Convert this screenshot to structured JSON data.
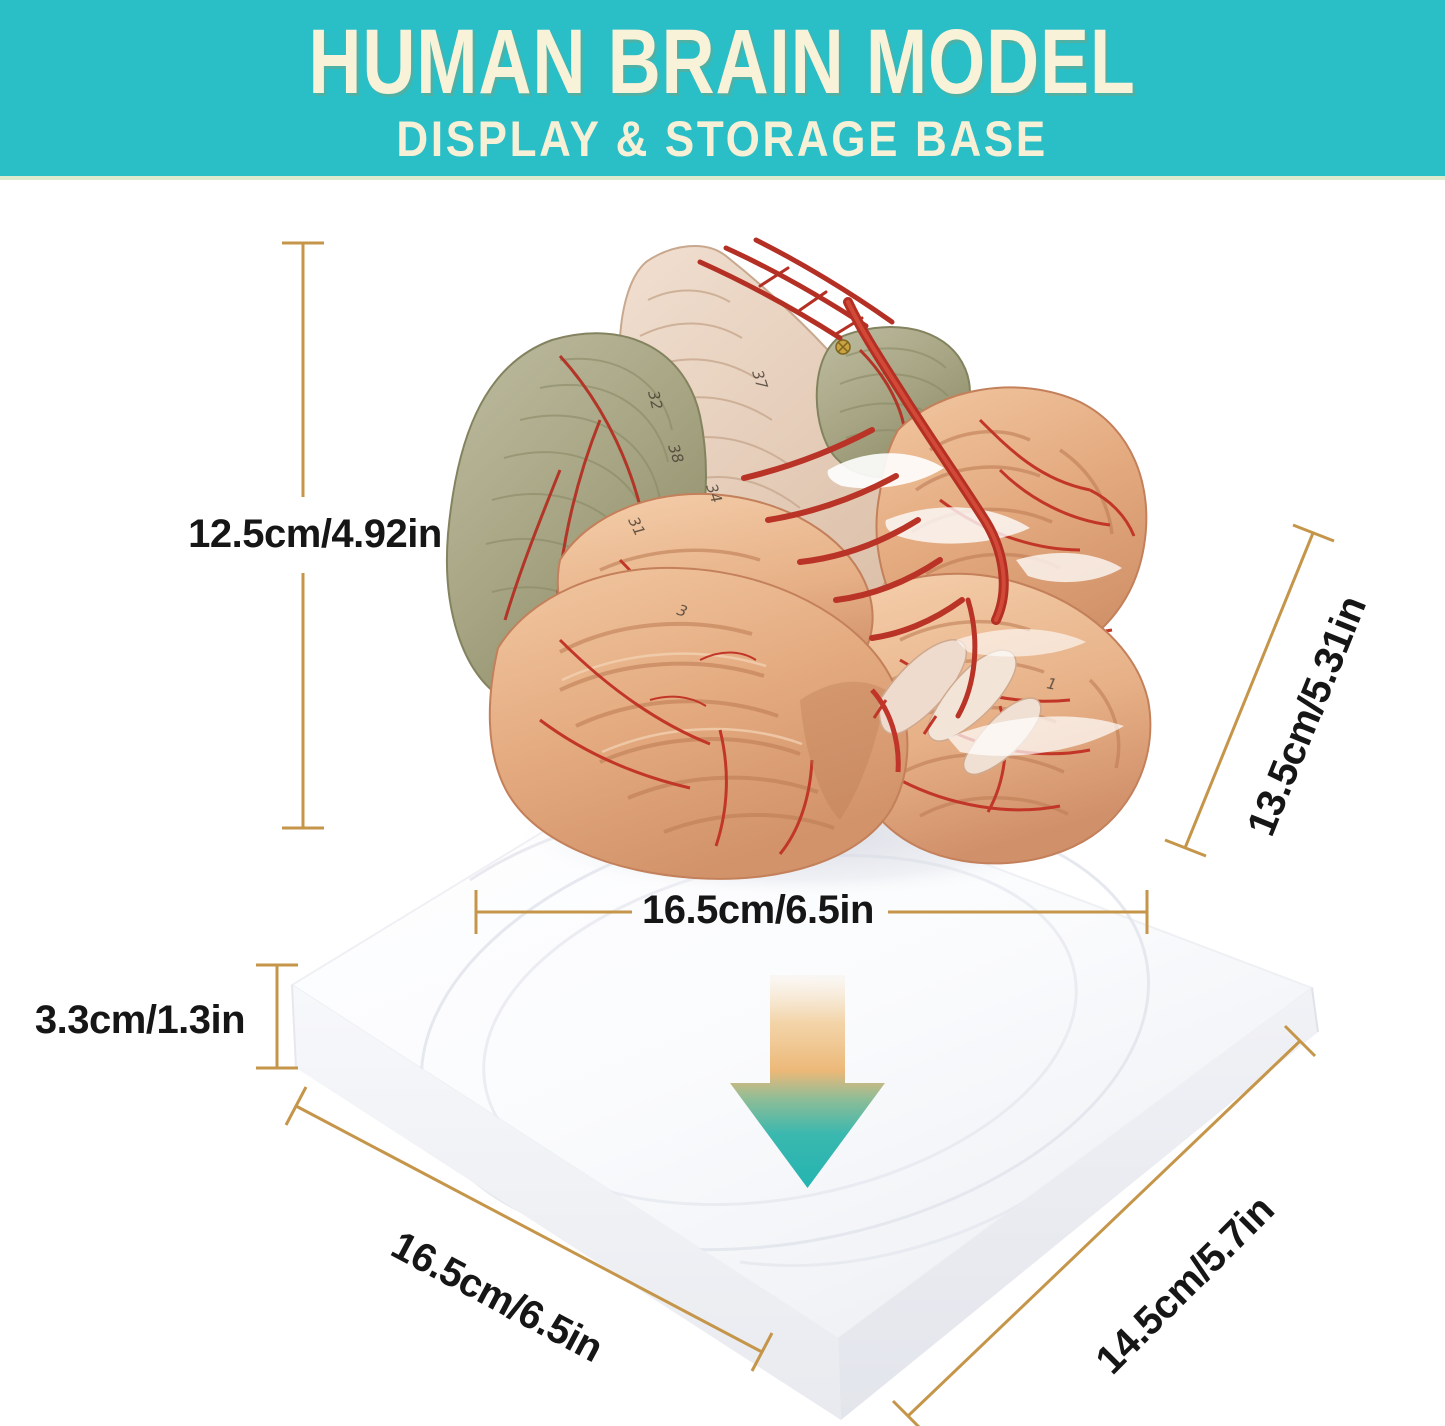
{
  "header": {
    "title": "HUMAN BRAIN MODEL",
    "subtitle": "DISPLAY & STORAGE BASE",
    "background_color": "#2abec7",
    "text_color": "#f8f2d8",
    "bottom_border_color": "#dcebcd"
  },
  "dimensions": {
    "model_height": "12.5cm/4.92in",
    "model_depth": "13.5cm/5.31in",
    "base_inner_width": "16.5cm/6.5in",
    "base_height": "3.3cm/1.3in",
    "base_width": "16.5cm/6.5in",
    "base_depth": "14.5cm/5.7in"
  },
  "annotation": {
    "line_color": "#c5964a",
    "label_color": "#161616"
  },
  "arrow": {
    "direction": "down",
    "gradient_top": "#f3d7a8",
    "gradient_mid": "#edba78",
    "gradient_bottom": "#2db6b0"
  },
  "model_markings": [
    "37",
    "32",
    "38",
    "31",
    "34",
    "3",
    "1"
  ]
}
